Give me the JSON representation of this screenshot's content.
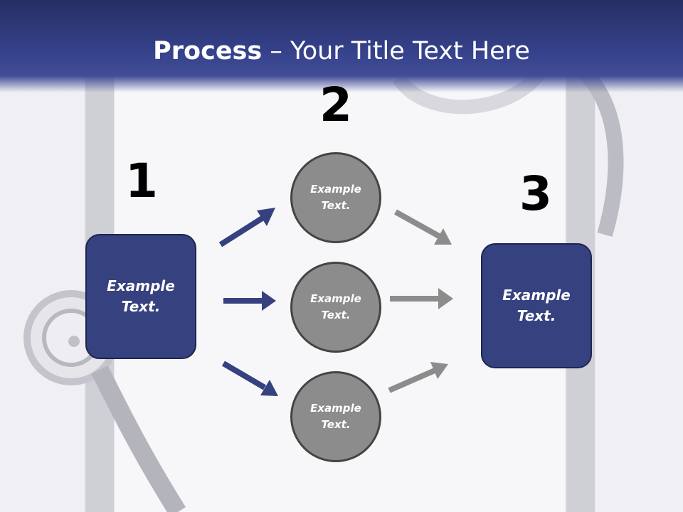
{
  "title": {
    "bold": "Process",
    "rest": " – Your Title Text Here"
  },
  "steps": [
    {
      "number": "1",
      "label": "Example\nText."
    },
    {
      "number": "2",
      "labels": [
        "Example\nText.",
        "Example\nText.",
        "Example\nText."
      ]
    },
    {
      "number": "3",
      "label": "Example\nText."
    }
  ],
  "colors": {
    "header": "#35418a",
    "box_fill": "#36417f",
    "circle_fill": "#8c8c8c",
    "arrow_blue": "#36417f",
    "arrow_gray": "#8c8c8c"
  }
}
